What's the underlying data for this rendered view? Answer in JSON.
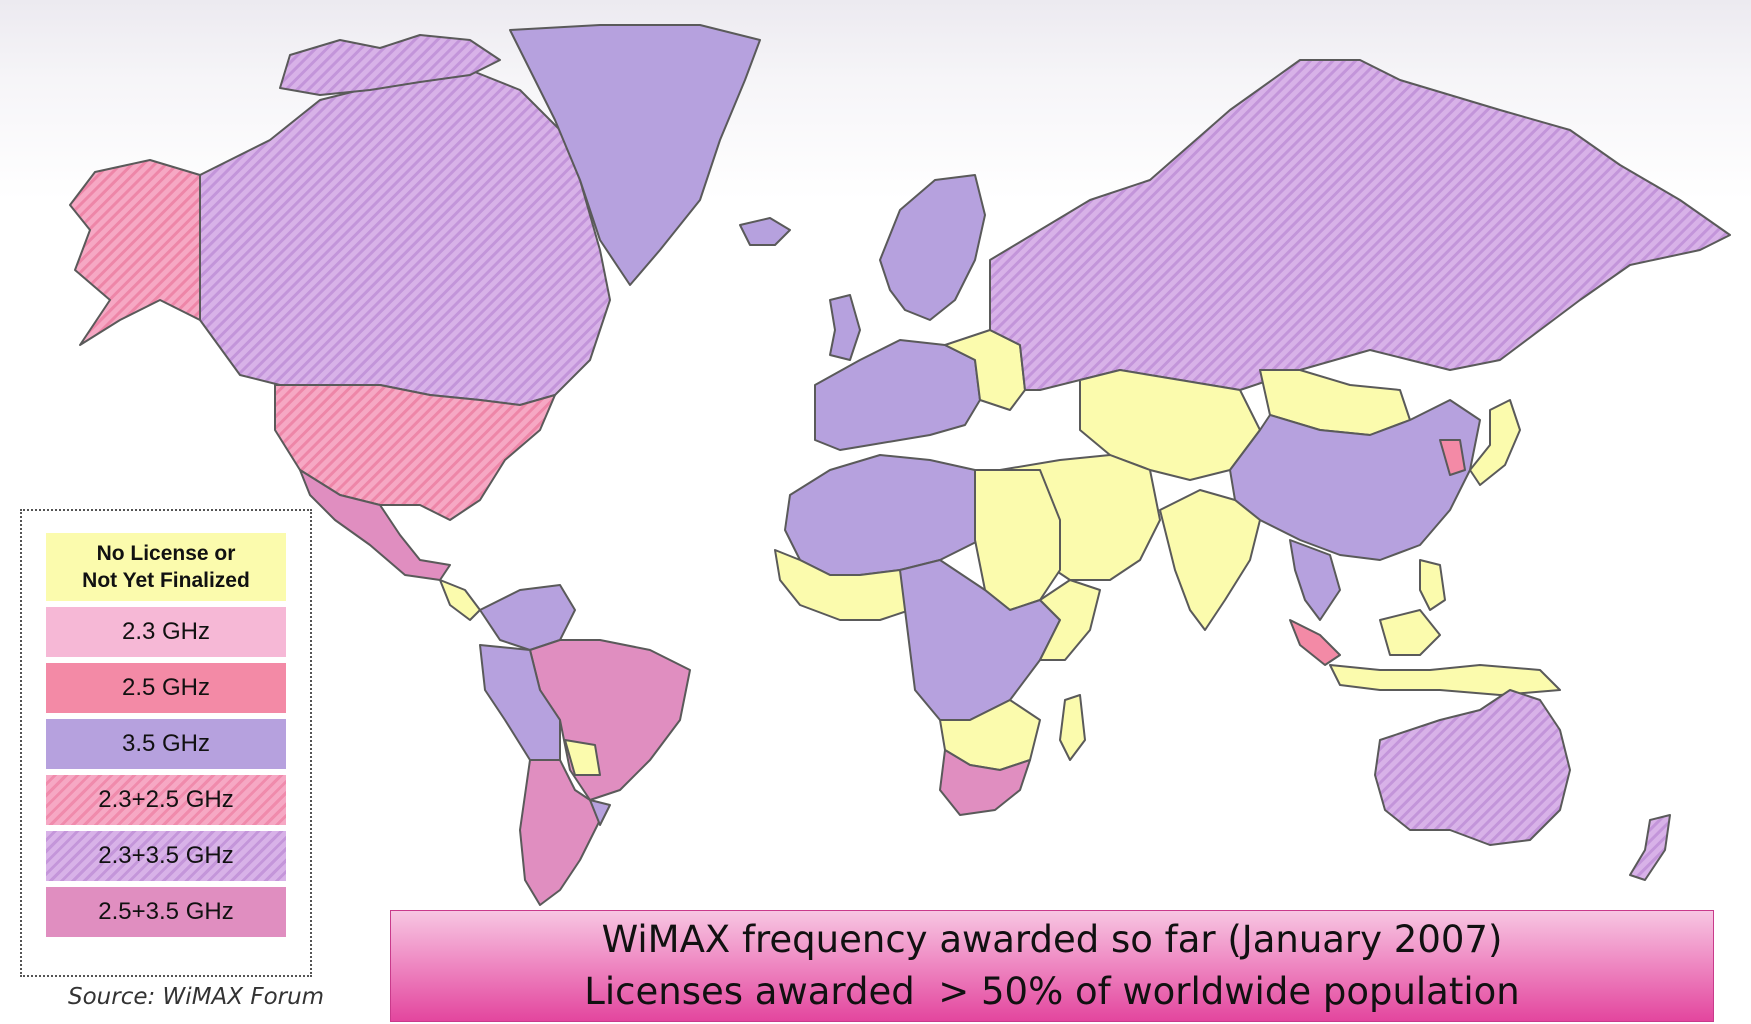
{
  "colors": {
    "no_license": "#fbfbad",
    "ghz_2_3": "#f6b8d6",
    "ghz_2_5": "#f38aa6",
    "ghz_3_5": "#b6a1de",
    "ghz_2_3_2_5": "#f4a3bf",
    "ghz_2_3_3_5": "#d3abe3",
    "ghz_2_5_3_5": "#e08ec0",
    "banner_accent": "#e3469e",
    "border": "#5a5a5a"
  },
  "legend": {
    "items": [
      {
        "key": "no_license",
        "line1": "No License or",
        "line2": "Not Yet Finalized"
      },
      {
        "key": "ghz_2_3",
        "label": "2.3 GHz"
      },
      {
        "key": "ghz_2_5",
        "label": "2.5 GHz"
      },
      {
        "key": "ghz_3_5",
        "label": "3.5 GHz"
      },
      {
        "key": "ghz_2_3_2_5",
        "label": "2.3+2.5 GHz"
      },
      {
        "key": "ghz_2_3_3_5",
        "label": "2.3+3.5 GHz"
      },
      {
        "key": "ghz_2_5_3_5",
        "label": "2.5+3.5 GHz"
      }
    ]
  },
  "source": "Source: WiMAX Forum",
  "banner": {
    "line1": "WiMAX frequency awarded so far (January 2007)",
    "line2": "Licenses awarded  > 50% of worldwide population"
  }
}
